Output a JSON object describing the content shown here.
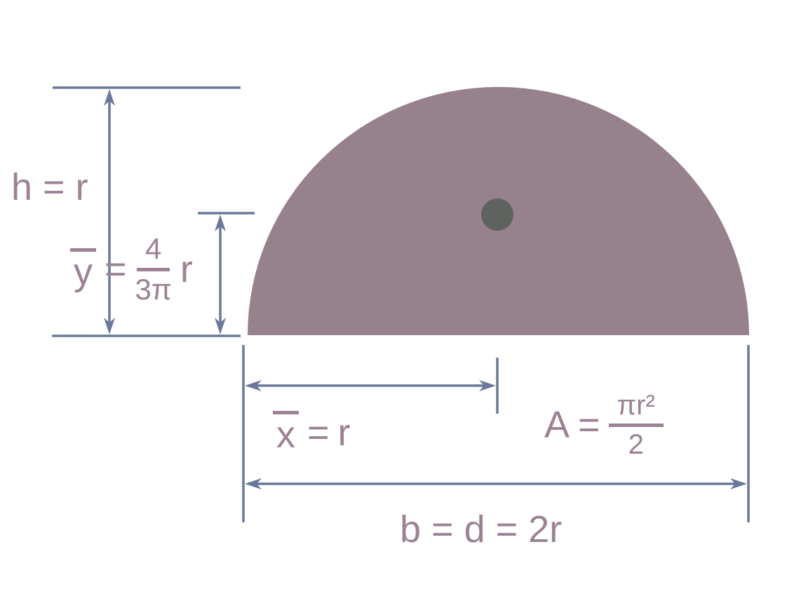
{
  "figure": {
    "description": "Centroid and area properties of a semicircle",
    "shape": "semicircle",
    "labels": {
      "height": "h = r",
      "centroid_y": {
        "variable": "y",
        "equals": "=",
        "numerator": "4",
        "denominator": "3π",
        "suffix": "r"
      },
      "centroid_x": {
        "variable": "x",
        "equals": "=",
        "value": "r"
      },
      "area": {
        "variable": "A",
        "equals": "=",
        "numerator": "πr²",
        "denominator": "2"
      },
      "base": "b = d = 2r"
    },
    "colors": {
      "shape_fill": "#97818D",
      "formula_text": "#9C8294",
      "dimension_lines": "#6A7899",
      "centroid_dot": "#5F635F",
      "background": "#FFFFFF"
    }
  }
}
